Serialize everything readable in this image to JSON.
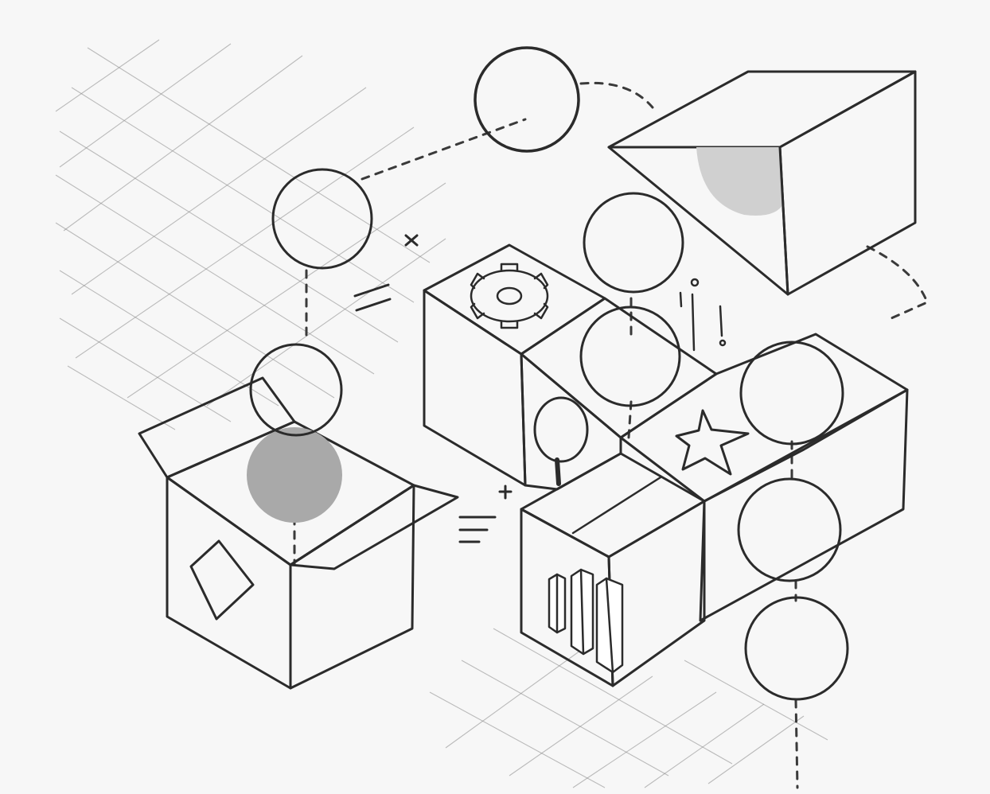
{
  "palette": {
    "paper": "#f7f7f7",
    "ink": "#2b2b2b",
    "dark": "#3f3f3f",
    "mid_gray": "#a9a9a9",
    "light_gray": "#cfcfcf",
    "pale_gray": "#e2e2e2",
    "white": "#ffffff"
  },
  "icons": [
    "gear-icon",
    "magnifier-icon",
    "star-icon",
    "diamond-icon",
    "bar-columns-icon",
    "equals-mark",
    "plus-mark",
    "cross-mark",
    "text-lines-mark"
  ],
  "spheres": [
    {
      "name": "sphere-top-outline",
      "fill": "white"
    },
    {
      "name": "sphere-left-gray",
      "fill": "light_gray"
    },
    {
      "name": "sphere-box-white",
      "fill": "white"
    },
    {
      "name": "sphere-box-inner-gray",
      "fill": "mid_gray"
    },
    {
      "name": "sphere-center-gray",
      "fill": "mid_gray"
    },
    {
      "name": "sphere-center-white",
      "fill": "white"
    },
    {
      "name": "sphere-right-white",
      "fill": "white"
    },
    {
      "name": "sphere-right-gray",
      "fill": "light_gray"
    },
    {
      "name": "sphere-bottom-gray",
      "fill": "mid_gray"
    }
  ]
}
